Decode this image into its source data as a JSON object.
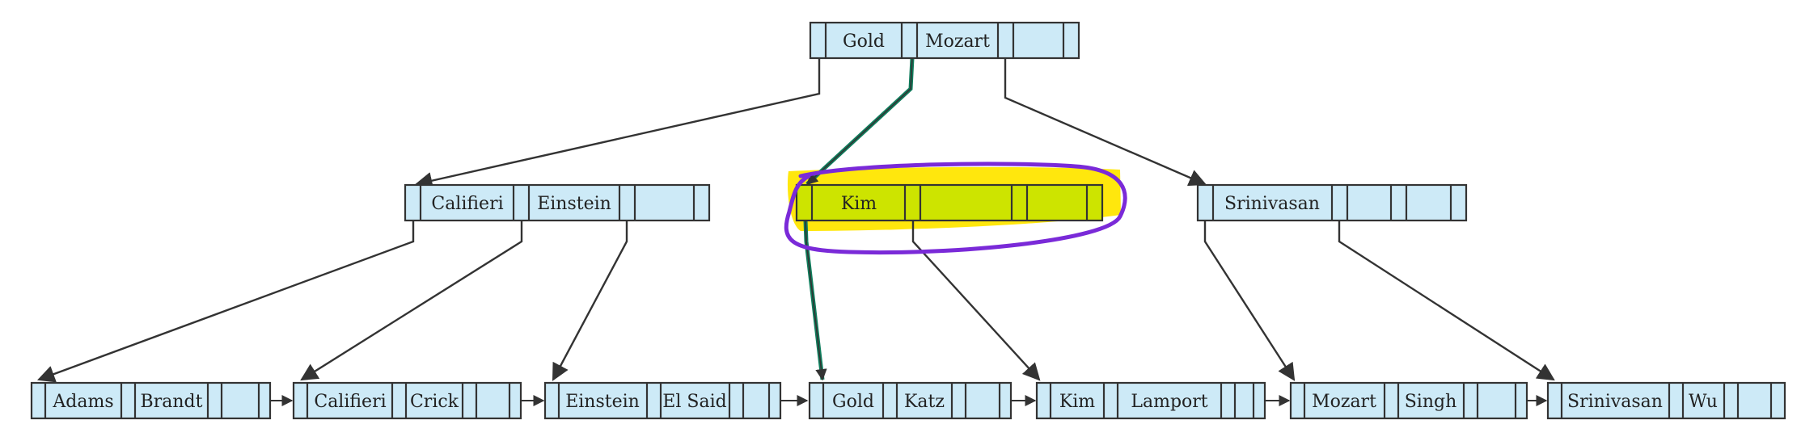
{
  "diagram": {
    "root": {
      "keys": [
        "Gold",
        "Mozart",
        ""
      ]
    },
    "internal": [
      {
        "keys": [
          "Califieri",
          "Einstein",
          ""
        ]
      },
      {
        "keys": [
          "Kim",
          "",
          ""
        ],
        "highlighted": true
      },
      {
        "keys": [
          "Srinivasan",
          "",
          ""
        ]
      }
    ],
    "leaves": [
      {
        "keys": [
          "Adams",
          "Brandt",
          ""
        ]
      },
      {
        "keys": [
          "Califieri",
          "Crick",
          ""
        ]
      },
      {
        "keys": [
          "Einstein",
          "El Said",
          ""
        ]
      },
      {
        "keys": [
          "Gold",
          "Katz",
          ""
        ]
      },
      {
        "keys": [
          "Kim",
          "Lamport",
          ""
        ]
      },
      {
        "keys": [
          "Mozart",
          "Singh",
          ""
        ]
      },
      {
        "keys": [
          "Srinivasan",
          "Wu",
          ""
        ]
      }
    ],
    "colors": {
      "node_fill": "#cdeaf7",
      "highlight_fill": "#cde400",
      "highlight_marker": "#ffe600",
      "highlight_circle": "#7a2ad8",
      "search_path": "#0f7d5c",
      "line": "#333333"
    }
  }
}
